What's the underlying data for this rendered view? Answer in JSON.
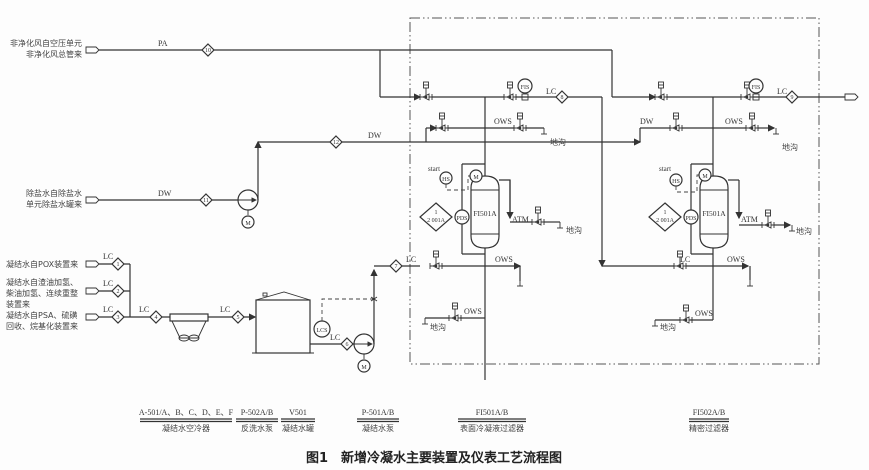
{
  "figure": {
    "caption": "图1　新增冷凝水主要装置及仪表工艺流程图"
  },
  "sources": {
    "pa_source": [
      "非净化风自空压单元",
      "非净化风总管来"
    ],
    "dw_source": [
      "除盐水自除盐水",
      "单元除盐水罐来"
    ],
    "lc_source_1": [
      "凝结水自POX装置来"
    ],
    "lc_source_2": [
      "凝结水自渣油加氢、",
      "柴油加氢、连续重整",
      "装置来"
    ],
    "lc_source_3": [
      "凝结水自PSA、硫磺",
      "回收、烷基化装置来"
    ]
  },
  "line_labels": {
    "pa": "PA",
    "dw_main": "DW",
    "dw_upper": "DW",
    "dw_filter2": "DW",
    "lc": "LC",
    "ows": "OWS",
    "atm": "ATM",
    "drain": "地沟",
    "start": "start"
  },
  "stream_numbers": [
    "1",
    "2",
    "3",
    "4",
    "5",
    "6",
    "7",
    "8",
    "9",
    "10",
    "11",
    "12"
  ],
  "instruments": {
    "fis": "FIS",
    "hs": "HS",
    "motor": "M",
    "pds": "PDS",
    "lcs": "LCS",
    "pds_tag_top": "1",
    "pds_tag_bottom": "2 001A"
  },
  "vessels": {
    "filter_1": "FI501A",
    "filter_2": "FI501A"
  },
  "equipment_legend": [
    {
      "tag": "A-501/A、B、C、D、E、F",
      "name": "凝结水空冷器"
    },
    {
      "tag": "P-502A/B",
      "name": "反洗水泵"
    },
    {
      "tag": "V501",
      "name": "凝结水罐"
    },
    {
      "tag": "P-501A/B",
      "name": "凝结水泵"
    },
    {
      "tag": "FI501A/B",
      "name": "表面冷凝液过滤器"
    },
    {
      "tag": "FI502A/B",
      "name": "精密过滤器"
    }
  ]
}
